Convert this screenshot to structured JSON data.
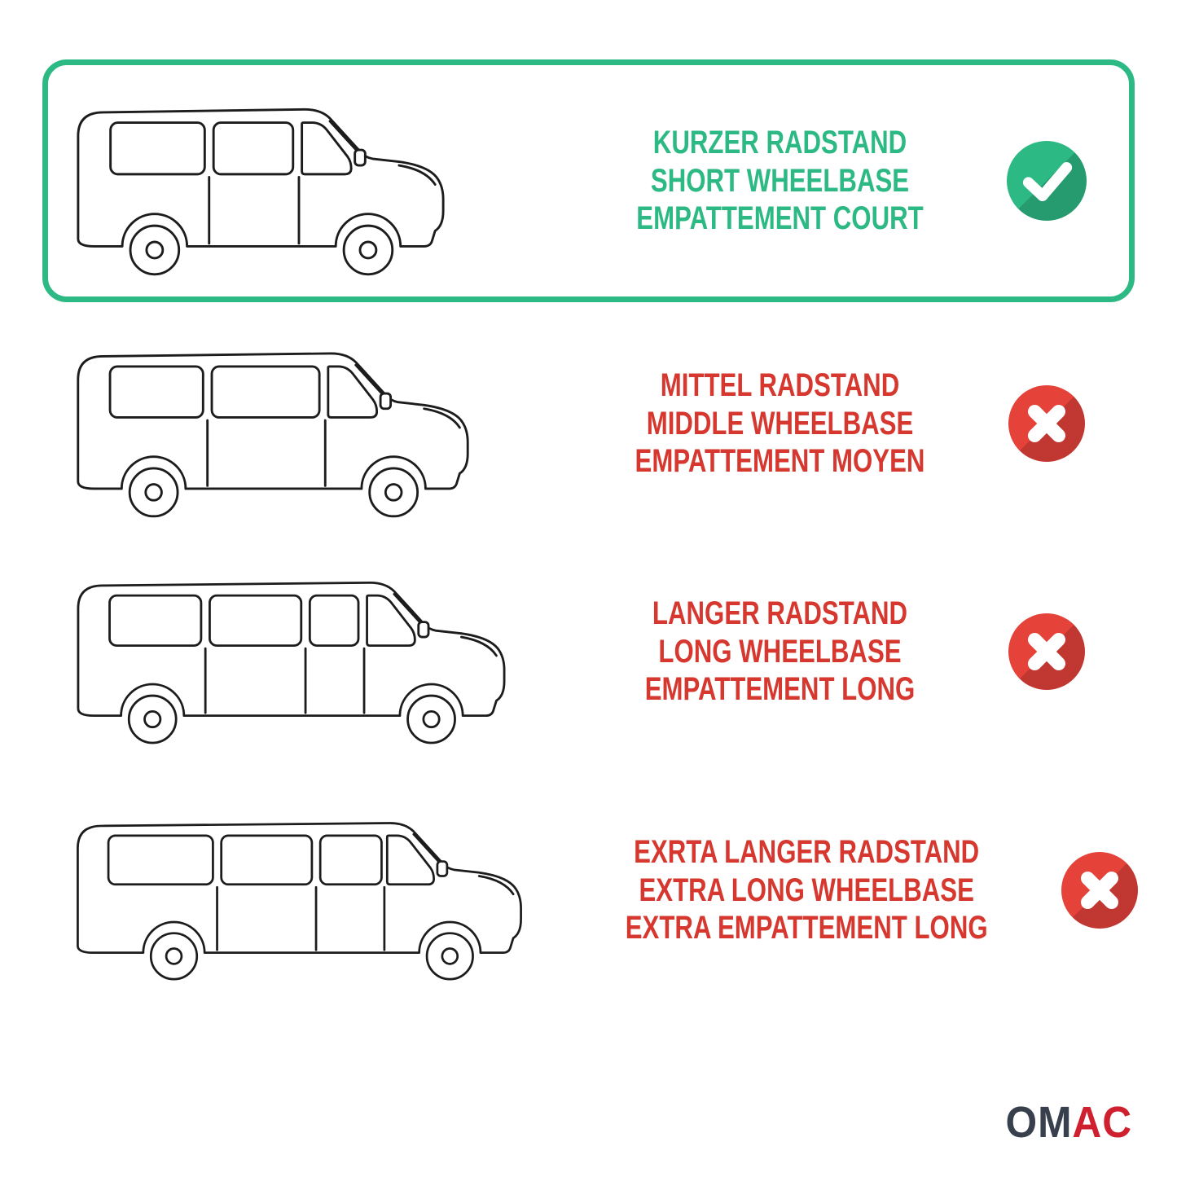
{
  "page": {
    "background": "#ffffff",
    "description": "Van wheelbase size comparison infographic"
  },
  "colors": {
    "green": "#2CB984",
    "green_shadow": "#23996C",
    "text_red": "#D6382F",
    "badge_red": "#E5423A",
    "badge_red_shadow": "#C1322B",
    "outline_ink": "#1C1C1C",
    "logo_dark": "#39404D",
    "logo_red": "#CF2030"
  },
  "rows": [
    {
      "variant": "short-wheelbase",
      "highlighted": true,
      "status": "selected",
      "icon": "check-icon",
      "lines": [
        "KURZER RADSTAND",
        "SHORT WHEELBASE",
        "EMPATTEMENT COURT"
      ]
    },
    {
      "variant": "middle-wheelbase",
      "highlighted": false,
      "status": "rejected",
      "icon": "cross-icon",
      "lines": [
        "MITTEL RADSTAND",
        "MIDDLE WHEELBASE",
        "EMPATTEMENT MOYEN"
      ]
    },
    {
      "variant": "long-wheelbase",
      "highlighted": false,
      "status": "rejected",
      "icon": "cross-icon",
      "lines": [
        "LANGER RADSTAND",
        "LONG WHEELBASE",
        "EMPATTEMENT LONG"
      ]
    },
    {
      "variant": "extra-long-wheelbase",
      "highlighted": false,
      "status": "rejected",
      "icon": "cross-icon",
      "lines": [
        "EXRTA LANGER RADSTAND",
        "EXTRA LONG WHEELBASE",
        "EXTRA EMPATTEMENT LONG"
      ]
    }
  ],
  "logo": {
    "part1": "OM",
    "part2": "AC"
  }
}
